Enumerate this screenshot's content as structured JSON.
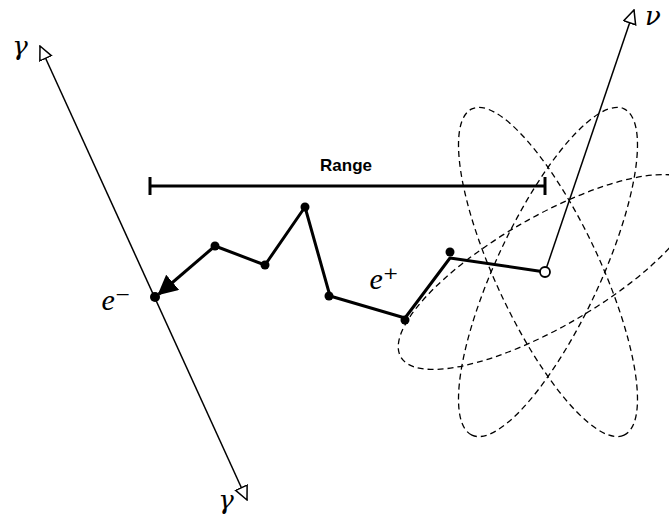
{
  "diagram": {
    "labels": [
      "Range",
      "e⁺",
      "e⁻",
      "γ",
      "γ",
      "ν"
    ]
  }
}
